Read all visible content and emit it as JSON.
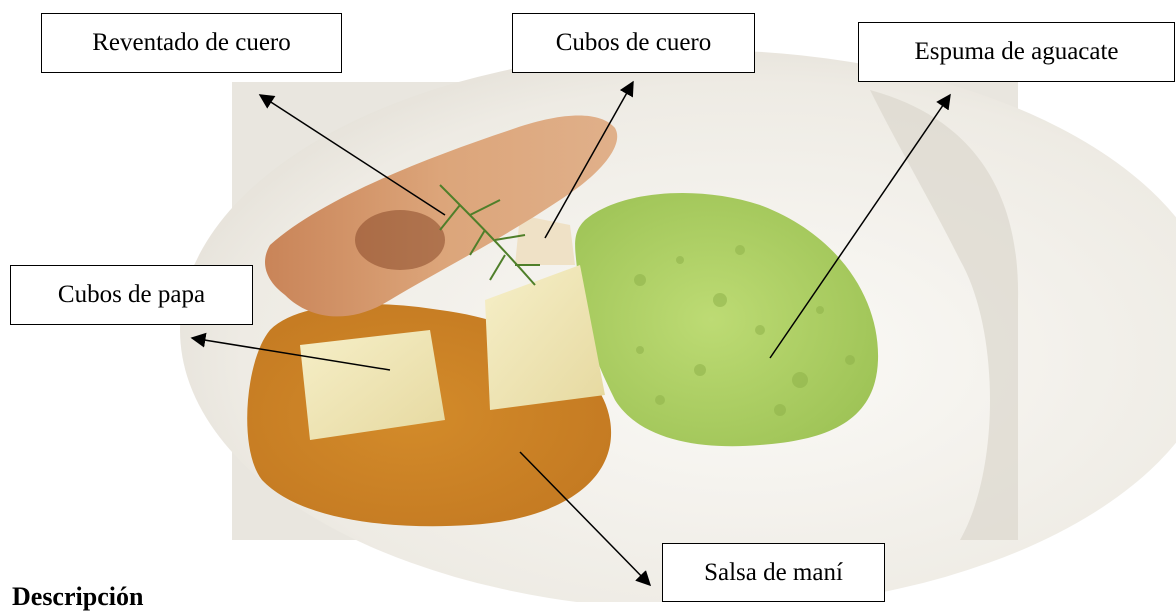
{
  "figure": {
    "labels": {
      "reventado": "Reventado de cuero",
      "cubos_cuero": "Cubos de cuero",
      "espuma": "Espuma de aguacate",
      "cubos_papa": "Cubos de papa",
      "salsa": "Salsa de maní"
    }
  },
  "section": {
    "heading": "Descripción"
  },
  "colors": {
    "plate": "#f4f2ee",
    "sauce": "#d08a2c",
    "avocado_foam": "#b5d46a",
    "potato": "#f1e7b4",
    "crackling": "#d49468",
    "dill": "#4f7f2a"
  }
}
